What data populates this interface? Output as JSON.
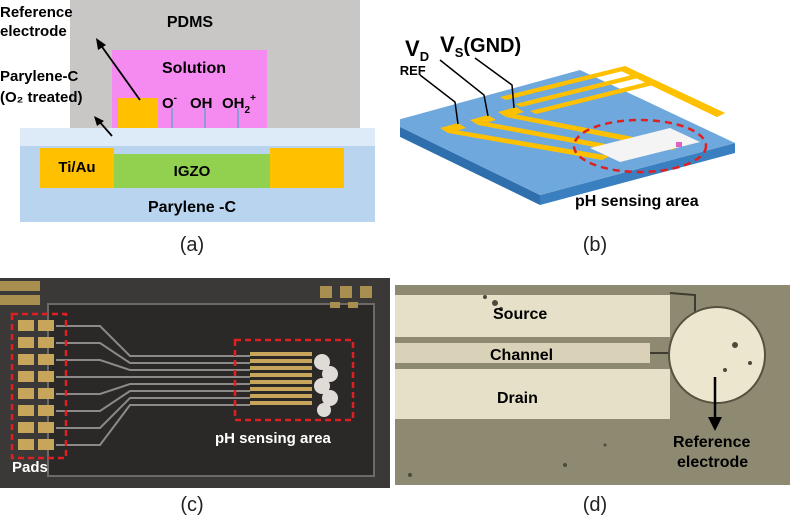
{
  "panel_a": {
    "pdms": "PDMS",
    "solution": "Solution",
    "reference_electrode": "Reference electrode",
    "ref_line1": "Reference",
    "ref_line2": "electrode",
    "parylene_top_line1": "Parylene-C",
    "parylene_top_line2": "(O₂ treated)",
    "ion_o": "O",
    "ion_o_sup": "-",
    "ion_oh": "OH",
    "ion_oh2": "OH",
    "ion_oh2_sub": "2",
    "ion_oh2_sup": "+",
    "tiau": "Ti/Au",
    "igzo": "IGZO",
    "parylene_bottom": "Parylene -C",
    "caption": "(a)"
  },
  "panel_b": {
    "vref": "V",
    "vref_sub": "REF",
    "vd": "V",
    "vd_sub": "D",
    "vs": "V",
    "vs_sub": "S",
    "vs_suffix": "(GND)",
    "sensing_area": "pH sensing area",
    "caption": "(b)"
  },
  "panel_c": {
    "pads": "Pads",
    "sensing_area": "pH sensing area",
    "caption": "(c)"
  },
  "panel_d": {
    "source": "Source",
    "channel": "Channel",
    "drain": "Drain",
    "ref_line1": "Reference",
    "ref_line2": "electrode",
    "caption": "(d)"
  },
  "colors": {
    "pdms": "#c9c6c6",
    "solution": "#f58bf0",
    "gold": "#ffc000",
    "igzo": "#92d050",
    "parylene": "#b8d4ee",
    "parylene_light": "#dcebf7",
    "substrate_blue": "#5b9bd5",
    "red_dash": "#e02020"
  }
}
